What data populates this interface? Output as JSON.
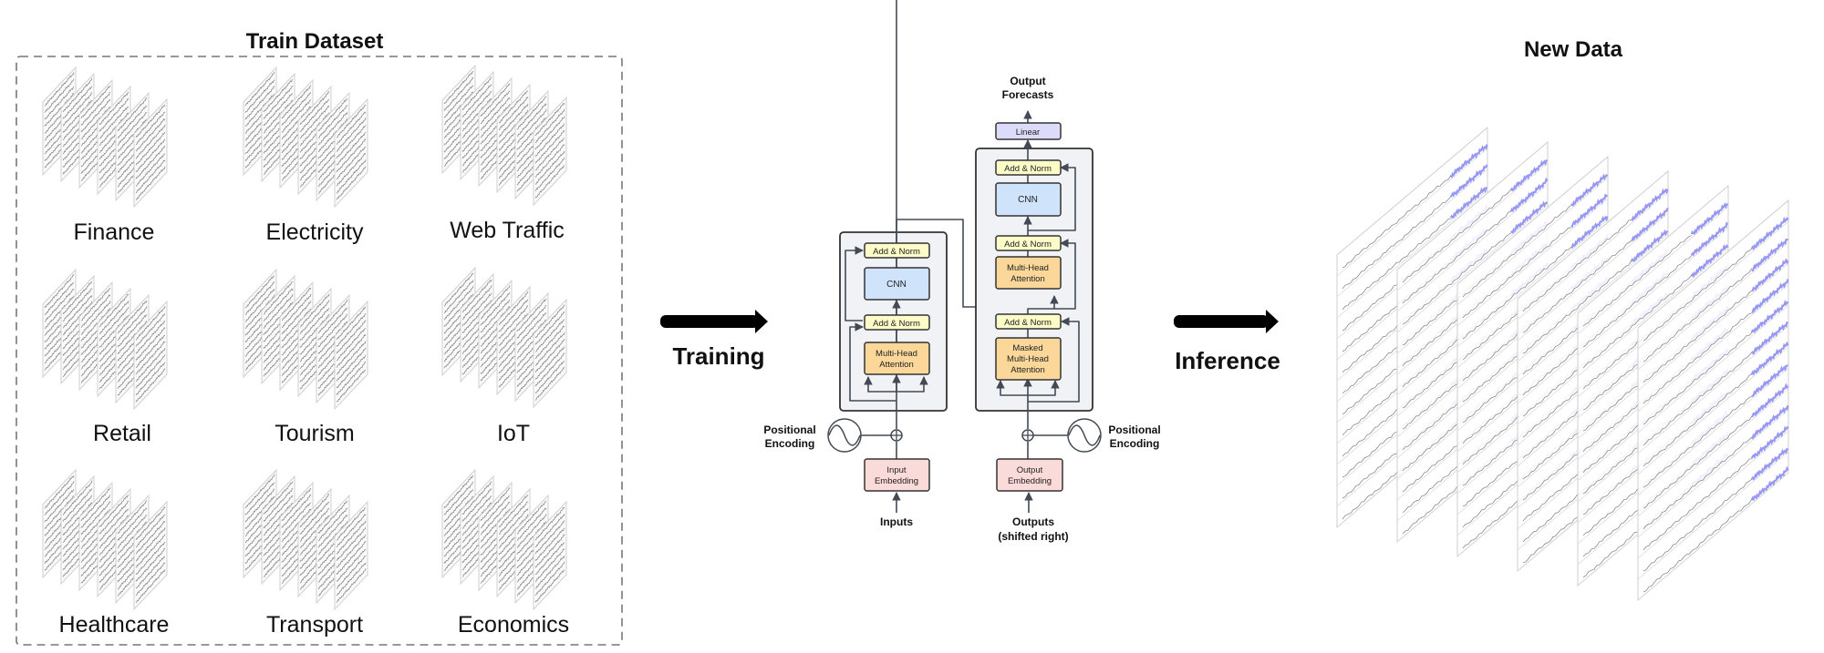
{
  "train_dataset": {
    "title": "Train Dataset",
    "domains": [
      {
        "label": "Finance"
      },
      {
        "label": "Electricity"
      },
      {
        "label": "Web Traffic"
      },
      {
        "label": "Retail"
      },
      {
        "label": "Tourism"
      },
      {
        "label": "IoT"
      },
      {
        "label": "Healthcare"
      },
      {
        "label": "Transport"
      },
      {
        "label": "Economics"
      }
    ]
  },
  "arrows": {
    "training_label": "Training",
    "inference_label": "Inference"
  },
  "model": {
    "encoder": {
      "add_norm_top": "Add & Norm",
      "cnn": "CNN",
      "add_norm_bottom": "Add & Norm",
      "attention_line1": "Multi-Head",
      "attention_line2": "Attention",
      "embedding_line1": "Input",
      "embedding_line2": "Embedding",
      "input_label": "Inputs",
      "pos_enc_line1": "Positional",
      "pos_enc_line2": "Encoding"
    },
    "decoder": {
      "output_line1": "Output",
      "output_line2": "Forecasts",
      "linear": "Linear",
      "add_norm_top": "Add & Norm",
      "cnn": "CNN",
      "add_norm_mid": "Add & Norm",
      "cross_attention_line1": "Multi-Head",
      "cross_attention_line2": "Attention",
      "add_norm_bottom": "Add & Norm",
      "masked_line1": "Masked",
      "masked_line2": "Multi-Head",
      "masked_line3": "Attention",
      "embedding_line1": "Output",
      "embedding_line2": "Embedding",
      "input_line1": "Outputs",
      "input_line2": "(shifted right)",
      "pos_enc_line1": "Positional",
      "pos_enc_line2": "Encoding"
    }
  },
  "new_data": {
    "title": "New Data"
  },
  "colors": {
    "add_norm": "#fcfcc8",
    "cnn": "#cfe3fb",
    "attention": "#fbd89a",
    "embedding": "#fbdada",
    "linear": "#dcdcfa",
    "block_bg": "#f1f2f5",
    "stroke": "#434a55",
    "forecast_highlight": "#8080f0"
  }
}
